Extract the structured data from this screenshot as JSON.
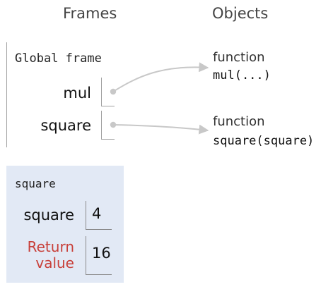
{
  "headings": {
    "frames": "Frames",
    "objects": "Objects"
  },
  "global_frame": {
    "title": "Global frame",
    "variables": [
      {
        "name": "mul",
        "pointer": "function mul(...)"
      },
      {
        "name": "square",
        "pointer": "function square(square)"
      }
    ]
  },
  "objects": [
    {
      "kind": "function",
      "signature": "mul(...)"
    },
    {
      "kind": "function",
      "signature": "square(square)"
    }
  ],
  "call_frame": {
    "title": "square",
    "variables": [
      {
        "name": "square",
        "value": "4"
      }
    ],
    "return": {
      "label_line1": "Return",
      "label_line2": "value",
      "value": "16"
    }
  },
  "colors": {
    "arrow": "#c8c8c8",
    "call_frame_bg": "#e2e9f5",
    "return_label": "#c8403a"
  }
}
